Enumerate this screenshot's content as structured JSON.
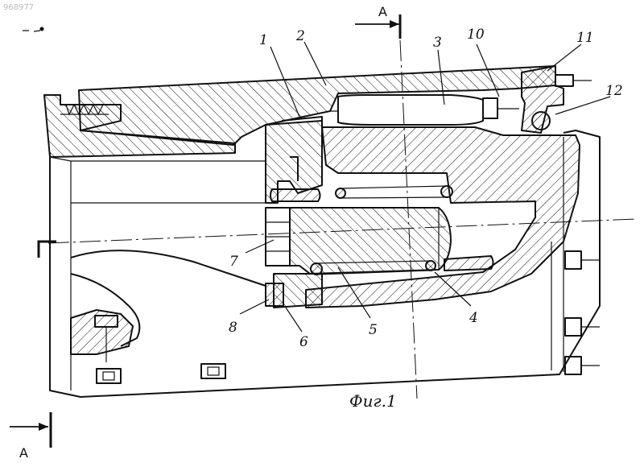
{
  "figure": {
    "caption": "Фиг.1",
    "watermark": "968977",
    "section_label_top": "А",
    "section_label_bottom": "А",
    "callouts": [
      {
        "id": "c1",
        "label": "1"
      },
      {
        "id": "c2",
        "label": "2"
      },
      {
        "id": "c3",
        "label": "3"
      },
      {
        "id": "c10",
        "label": "10"
      },
      {
        "id": "c11",
        "label": "11"
      },
      {
        "id": "c12",
        "label": "12"
      },
      {
        "id": "c7",
        "label": "7"
      },
      {
        "id": "c8",
        "label": "8"
      },
      {
        "id": "c6",
        "label": "6"
      },
      {
        "id": "c5",
        "label": "5"
      },
      {
        "id": "c4",
        "label": "4"
      }
    ]
  }
}
